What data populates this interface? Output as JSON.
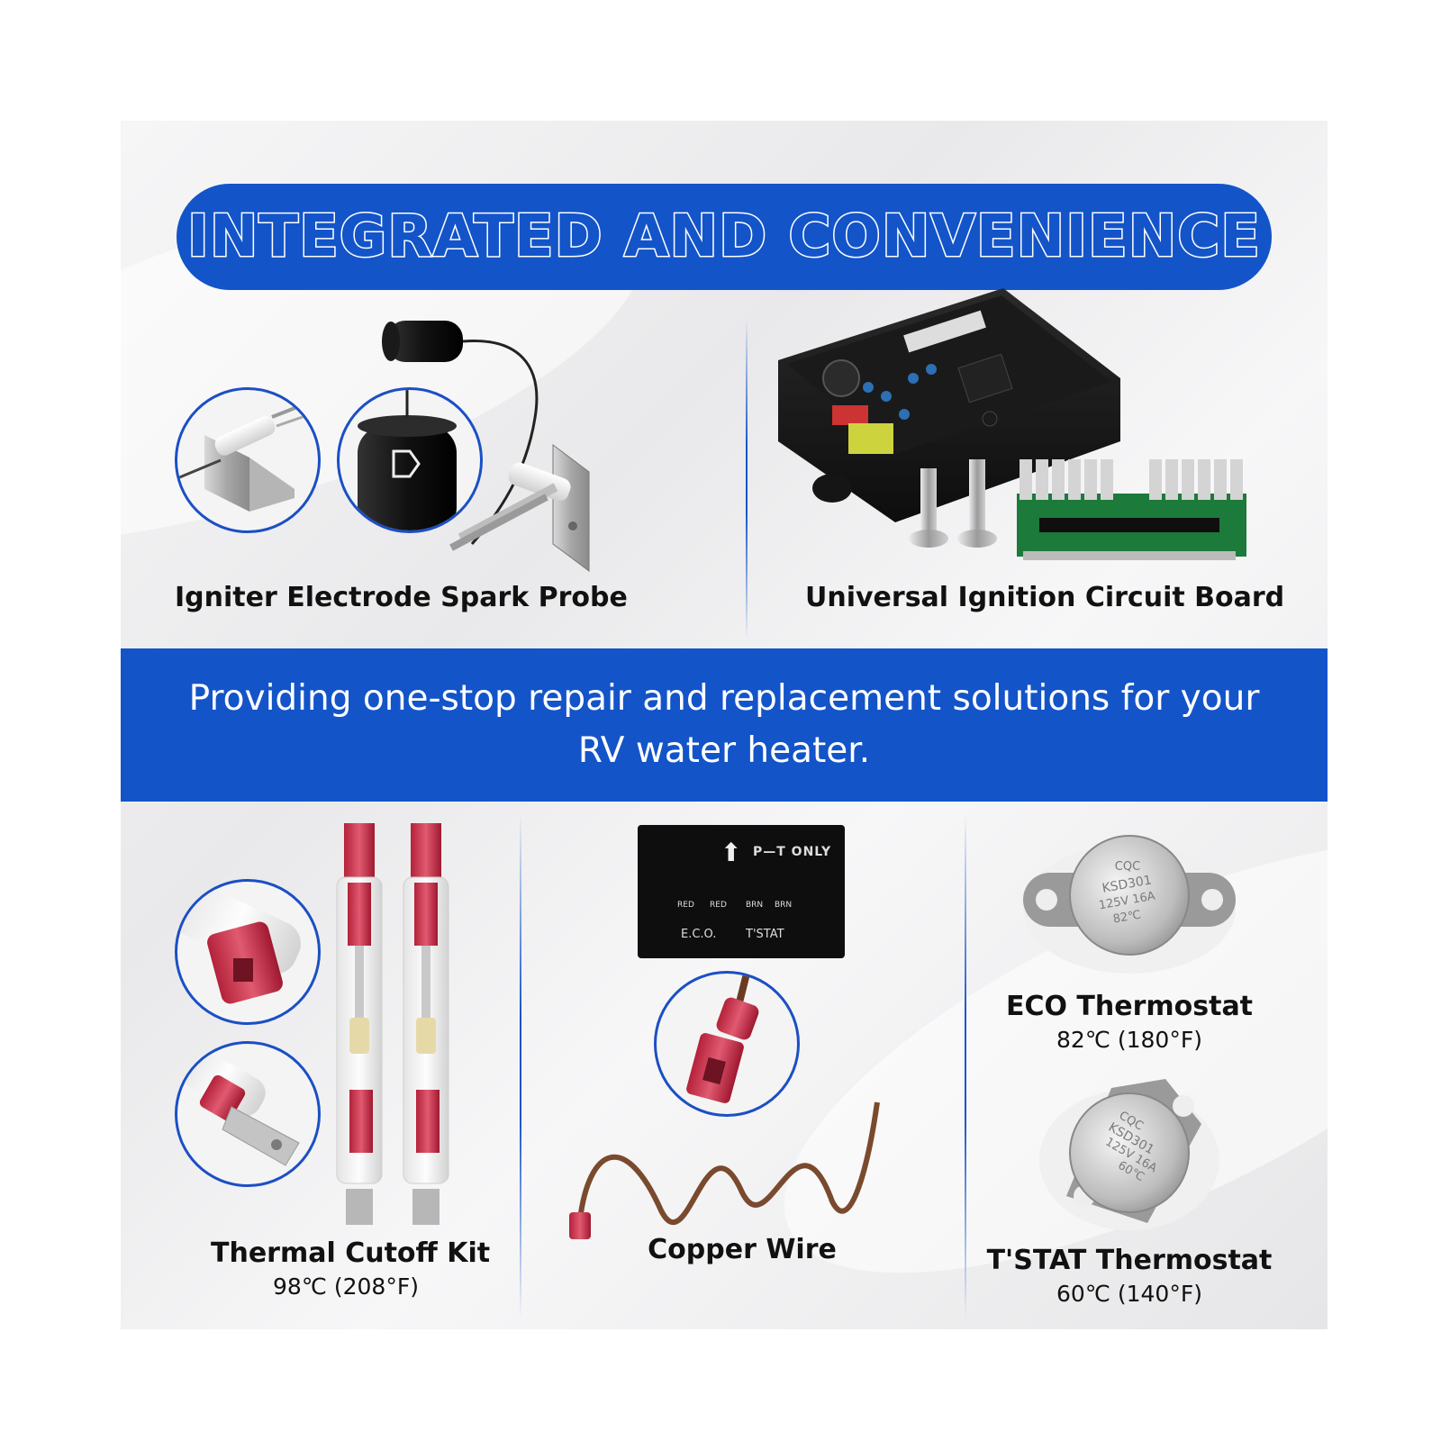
{
  "banner": {
    "title": "INTEGRATED AND CONVENIENCE"
  },
  "top_products": [
    {
      "label": "Igniter Electrode Spark Probe"
    },
    {
      "label": "Universal Ignition Circuit Board"
    }
  ],
  "band": {
    "text": "Providing one-stop repair and replacement solutions for your RV water heater."
  },
  "bottom_products": [
    {
      "label": "Thermal Cutoff Kit",
      "sublabel": "98℃ (208°F)"
    },
    {
      "label": "Copper Wire"
    },
    {
      "label": "ECO Thermostat",
      "sublabel": "82℃ (180°F)"
    },
    {
      "label": "T'STAT Thermostat",
      "sublabel": "60℃ (140°F)"
    }
  ],
  "harness_label": {
    "direction": "P—T ONLY",
    "wire_colors": [
      "RED",
      "RED",
      "BRN",
      "BRN"
    ],
    "eco": "E.C.O.",
    "tstat": "T'STAT"
  },
  "thermostat_marks": {
    "brand": "CQC",
    "model": "KSD301",
    "rating": "125V 16A",
    "eco_temp": "82℃",
    "tstat_temp": "60℃"
  },
  "colors": {
    "accent_blue": "#1354c9",
    "panel_bg": "#eeeeef",
    "text_dark": "#111111"
  }
}
